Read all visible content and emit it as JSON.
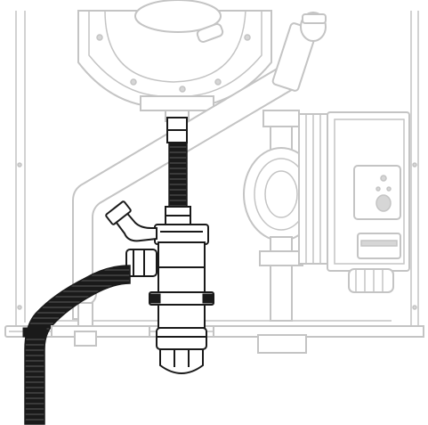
{
  "diagram": {
    "colors": {
      "foreground": "#1a1a1a",
      "ghost": "#c4c4c4",
      "background": "#ffffff"
    },
    "parts": [
      {
        "id": "boiler-casing",
        "emphasis": "ghost"
      },
      {
        "id": "burner-fan-unit",
        "emphasis": "ghost"
      },
      {
        "id": "circulation-pump",
        "emphasis": "ghost"
      },
      {
        "id": "pump-electrical-box",
        "emphasis": "ghost"
      },
      {
        "id": "diagonal-pipe",
        "emphasis": "ghost"
      },
      {
        "id": "condensate-siphon",
        "emphasis": "highlighted"
      },
      {
        "id": "corrugated-drain-hose",
        "emphasis": "highlighted"
      },
      {
        "id": "discharge-hose",
        "emphasis": "highlighted"
      },
      {
        "id": "siphon-clamp",
        "emphasis": "highlighted"
      }
    ]
  }
}
